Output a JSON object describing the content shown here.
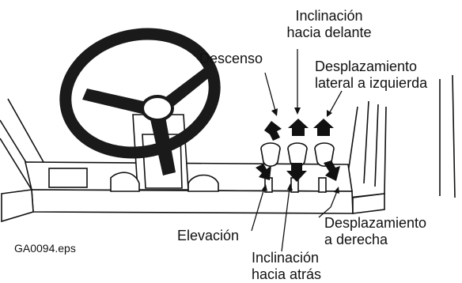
{
  "figure": {
    "file_label": "GA0094.eps"
  },
  "labels": {
    "inclinacion_delante": [
      "Inclinación",
      "hacia delante"
    ],
    "descenso": [
      "Descenso"
    ],
    "desplazamiento_izquierda": [
      "Desplazamiento",
      "lateral a izquierda"
    ],
    "desplazamiento_derecha": [
      "Desplazamiento",
      "a derecha"
    ],
    "elevacion": [
      "Elevación"
    ],
    "inclinacion_atras": [
      "Inclinación",
      "hacia atrás"
    ]
  },
  "colors": {
    "ink": "#111111",
    "paper": "#ffffff",
    "wheel": "#1a1a1a",
    "hub": "#ffffff"
  },
  "icons": {
    "steering_wheel": "steering-wheel-icon",
    "lever": "control-lever-icon",
    "arrow_up": "arrow-up-icon",
    "arrow_down": "arrow-down-icon"
  }
}
